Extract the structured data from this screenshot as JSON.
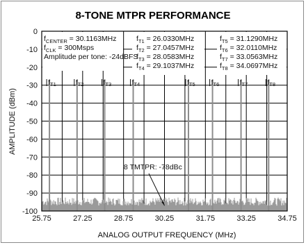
{
  "chart_data": {
    "type": "line",
    "title": "8-TONE MTPR PERFORMANCE",
    "xlabel": "ANALOG OUTPUT FREQUENCY (MHz)",
    "ylabel": "AMPLITUDE (dBm)",
    "xlim": [
      25.75,
      34.75
    ],
    "ylim": [
      -100,
      0
    ],
    "x_ticks": [
      "25.75",
      "27.25",
      "28.75",
      "30.25",
      "31.75",
      "33.25",
      "34.75"
    ],
    "y_ticks": [
      "0",
      "-10",
      "-20",
      "-30",
      "-40",
      "-50",
      "-60",
      "-70",
      "-80",
      "-90",
      "-100"
    ],
    "grid": true,
    "noise_floor_dbm": -97,
    "series": [
      {
        "x": [
          26.033,
          27.0457,
          28.0583,
          29.1037,
          31.129,
          32.011,
          33.0563,
          34.0697
        ],
        "values": [
          -27,
          -27,
          -27,
          -27,
          -27,
          -27,
          -27,
          -27
        ]
      }
    ],
    "tone_labels": [
      "fT1",
      "fT2",
      "fT3",
      "fT4",
      "fT5",
      "fT6",
      "fT7",
      "fT8"
    ],
    "annotation": {
      "text": "8 TMTPR: -78dBc",
      "x": 30.25,
      "y": -97
    },
    "info_lines": [
      {
        "sym": "f",
        "sub": "CENTER",
        "text": " = 30.1163MHz"
      },
      {
        "sym": "f",
        "sub": "CLK",
        "text": " = 300Msps"
      },
      {
        "sym": "",
        "sub": "",
        "text": "Amplitude per tone: -24dBFS"
      }
    ],
    "tones": [
      {
        "sym": "f",
        "sub": "T1",
        "text": " = 26.0330MHz"
      },
      {
        "sym": "f",
        "sub": "T2",
        "text": " = 27.0457MHz"
      },
      {
        "sym": "f",
        "sub": "T3",
        "text": " = 28.0583MHz"
      },
      {
        "sym": "f",
        "sub": "T4",
        "text": " = 29.1037MHz"
      },
      {
        "sym": "f",
        "sub": "T5",
        "text": " = 31.1290MHz"
      },
      {
        "sym": "f",
        "sub": "T6",
        "text": " = 32.0110MHz"
      },
      {
        "sym": "f",
        "sub": "T7",
        "text": " = 33.0563MHz"
      },
      {
        "sym": "f",
        "sub": "T8",
        "text": " = 34.0697MHz"
      }
    ]
  }
}
